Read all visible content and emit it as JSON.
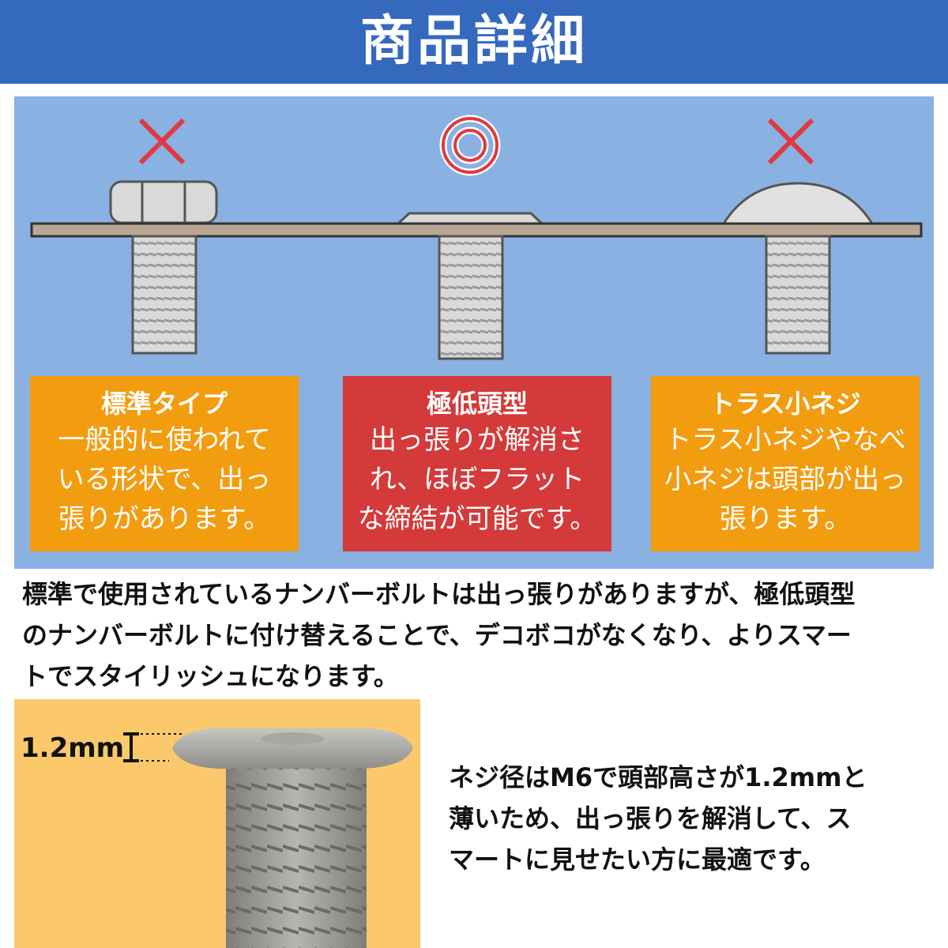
{
  "header": {
    "title": "商品詳細",
    "bg_color": "#3569be"
  },
  "diagram": {
    "bg_color": "#89b1e2",
    "columns": [
      {
        "mark": "×",
        "mark_icon": "cross-icon",
        "box_color": "#f29c10",
        "title": "標準タイプ",
        "lines": [
          "一般的に使われて",
          "いる形状で、出っ",
          "張りがあります。"
        ]
      },
      {
        "mark": "◎",
        "mark_icon": "double-circle-icon",
        "box_color": "#d43a3a",
        "title": "極低頭型",
        "lines": [
          "出っ張りが解消さ",
          "れ、ほぼフラット",
          "な締結が可能です。"
        ]
      },
      {
        "mark": "×",
        "mark_icon": "cross-icon",
        "box_color": "#f29c10",
        "title": "トラス小ネジ",
        "lines": [
          "トラス小ネジやなべ",
          "小ネジは頭部が出っ",
          "張ります。"
        ]
      }
    ]
  },
  "description": {
    "lines": [
      "標準で使用されているナンバーボルトは出っ張りがありますが、極低頭型",
      "のナンバーボルトに付け替えることで、デコボコがなくなり、よりスマー",
      "トでスタイリッシュになります。"
    ]
  },
  "photo": {
    "dimension_label": "1.2mm",
    "bg_color": "#fbc96b"
  },
  "spec": {
    "lines": [
      "ネジ径はM6で頭部高さが1.2mmと",
      "薄いため、出っ張りを解消して、ス",
      "マートに見せたい方に最適です。"
    ]
  }
}
